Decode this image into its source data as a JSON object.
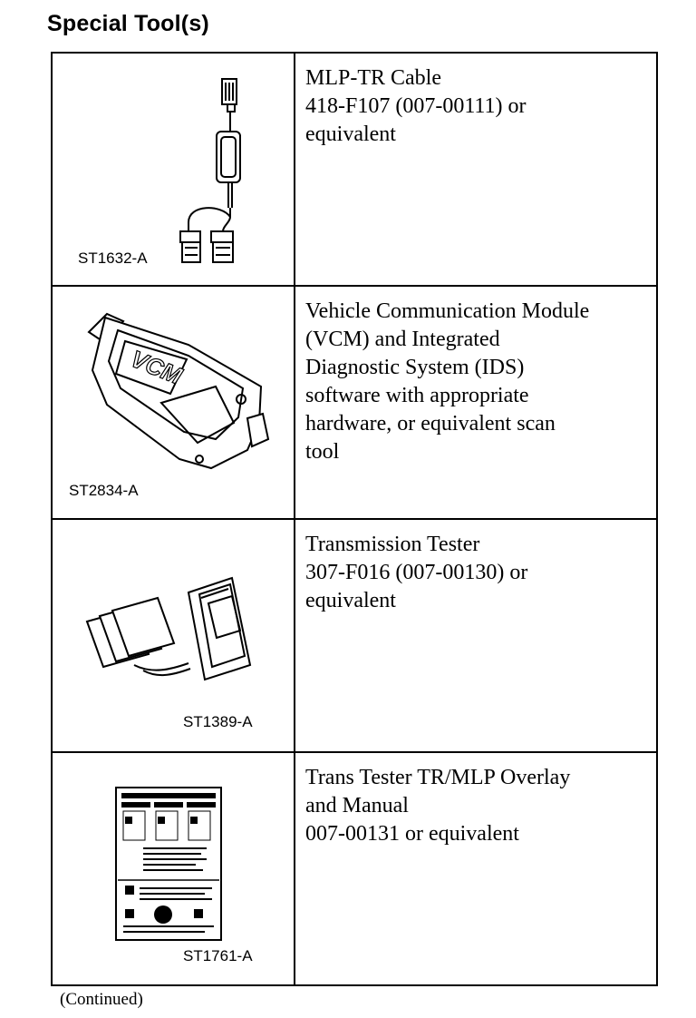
{
  "page_title": "Special Tool(s)",
  "tools": [
    {
      "code": "ST1632-A",
      "icon": "mlp-tr-cable",
      "lines": [
        "MLP-TR Cable",
        "418-F107 (007-00111) or",
        "equivalent"
      ]
    },
    {
      "code": "ST2834-A",
      "icon": "vcm-module",
      "label": "VCM",
      "lines": [
        "Vehicle Communication Module",
        "(VCM) and Integrated",
        "Diagnostic System (IDS)",
        "software with appropriate",
        "hardware, or equivalent scan",
        "tool"
      ]
    },
    {
      "code": "ST1389-A",
      "icon": "transmission-tester",
      "lines": [
        "Transmission Tester",
        "307-F016 (007-00130) or",
        "equivalent"
      ]
    },
    {
      "code": "ST1761-A",
      "icon": "overlay-manual",
      "lines": [
        "Trans Tester TR/MLP Overlay",
        "and Manual",
        "007-00131 or equivalent"
      ]
    }
  ],
  "footer_note": "(Continued)"
}
